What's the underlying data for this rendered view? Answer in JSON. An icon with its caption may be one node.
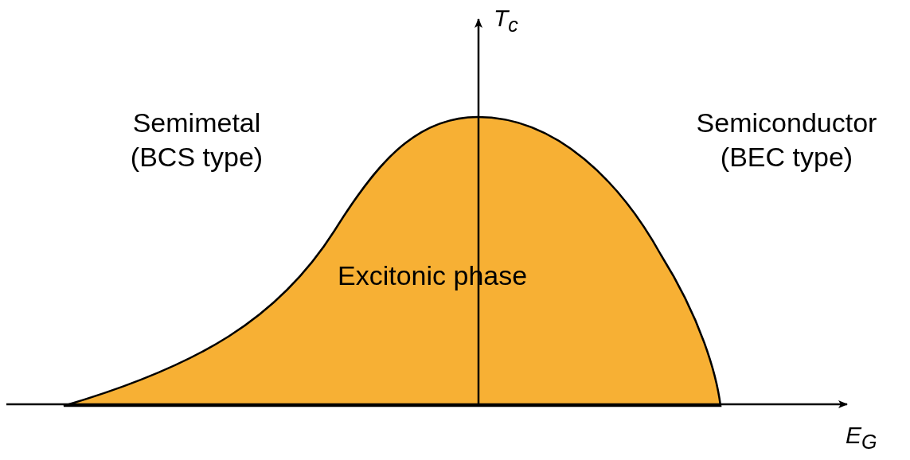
{
  "diagram": {
    "nodes": [
      {
        "text": [
          "Excitonic phase"
        ]
      }
    ],
    "labels": [
      "T$_{c}$",
      "Semimetal (BCS type)",
      "Semiconductor (BEC type)",
      "E$_{G}$"
    ]
  }
}
